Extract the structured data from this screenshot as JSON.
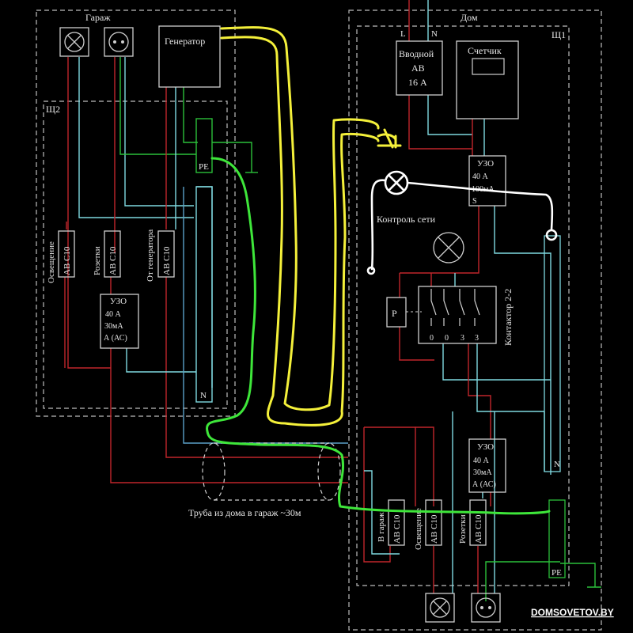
{
  "garage": {
    "title": "Гараж",
    "generator": "Генератор",
    "panel": "Щ2",
    "pe": "PE",
    "n": "N",
    "breakers": [
      {
        "name": "Освещение",
        "rating": "АВ С10"
      },
      {
        "name": "Розетки",
        "rating": "АВ С10"
      },
      {
        "name": "От генератора",
        "rating": "АВ С10"
      }
    ],
    "rcd": {
      "title": "УЗО",
      "line1": "40 А",
      "line2": "30мА",
      "line3": "А (АС)"
    }
  },
  "house": {
    "title": "Дом",
    "panel": "Щ1",
    "l": "L",
    "n_top": "N",
    "input_breaker": {
      "line1": "Вводной",
      "line2": "АВ",
      "line3": "16 А"
    },
    "meter": "Счетчик",
    "rcd_main": {
      "title": "УЗО",
      "line1": "40 А",
      "line2": "100мА",
      "line3": "S"
    },
    "network_control": "Контроль сети",
    "relay": "Р",
    "contactor": {
      "label": "Контактор 2-2",
      "contacts": [
        "0",
        "0",
        "3",
        "3"
      ]
    },
    "rcd_out": {
      "title": "УЗО",
      "line1": "40 А",
      "line2": "30мА",
      "line3": "А (АС)"
    },
    "breakers": [
      {
        "name": "В гараж",
        "rating": "АВ С10"
      },
      {
        "name": "Освещение",
        "rating": "АВ С10"
      },
      {
        "name": "Розетки",
        "rating": "АВ С10"
      }
    ],
    "n": "N",
    "pe": "PE"
  },
  "pipe_label": "Труба из дома в гараж ~30м",
  "watermark": "DOMSOVETOV.BY",
  "colors": {
    "phase": "#c0262b",
    "neutral": "#7fd9e0",
    "earth": "#2bbf3a",
    "hand_yellow": "#f4f03a",
    "hand_green": "#3ee63a",
    "hand_white": "#ffffff"
  }
}
